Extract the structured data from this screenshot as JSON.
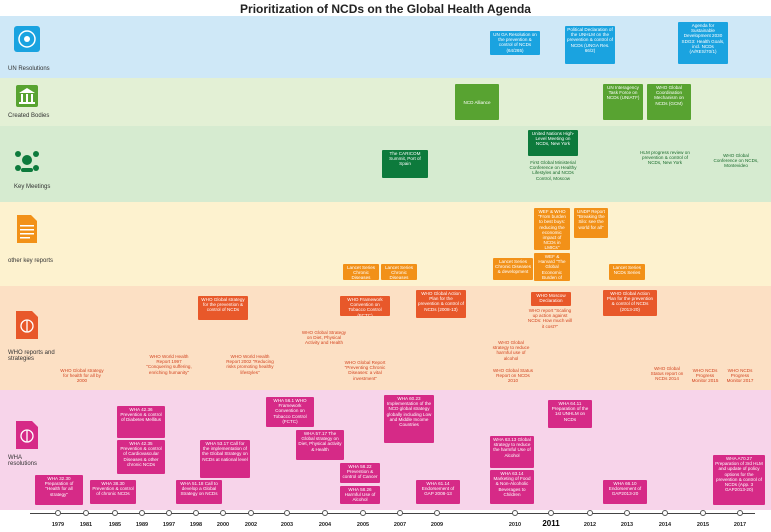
{
  "title": "Prioritization of NCDs on the Global Health Agenda",
  "lanes": [
    {
      "name": "UN Resolutions",
      "icon": "un-emblem-icon",
      "color": "#cfe8f7"
    },
    {
      "name": "Created Bodies",
      "icon": "building-icon",
      "color": "#e3f0d5"
    },
    {
      "name": "Key Meetings",
      "icon": "people-meeting-icon",
      "color": "#d6ebd0"
    },
    {
      "name": "other key reports",
      "icon": "document-icon",
      "color": "#fdf2cf"
    },
    {
      "name": "WHO reports and strategies",
      "icon": "who-emblem-icon",
      "color": "#fce0c4"
    },
    {
      "name": "WHA resolutions",
      "icon": "who-emblem-icon",
      "color": "#f7d4ea"
    }
  ],
  "un": [
    {
      "text": "UN GA Resolution on the prevention & control of NCDs (64/265)",
      "color": "blue"
    },
    {
      "text": "Political Declaration of the UNHLM on the prevention & control of NCDs (UNGA Res. 66/2)",
      "color": "blue"
    },
    {
      "text": "Agenda for Sustainable Development 2030 SDG3: Health Goals, incl. NCDs (A/RES/70/1)",
      "color": "blue"
    }
  ],
  "bodies": [
    {
      "text": "NCD Alliance",
      "color": "green"
    },
    {
      "text": "UN Interagency Task Force on NCDs (UNIATF)",
      "color": "green"
    },
    {
      "text": "WHO Global Coordination Mechanism on NCDs (GCM)",
      "color": "green"
    }
  ],
  "meetings": [
    {
      "text": "The CARICOM Summit, Port of Spain",
      "color": "dgreen"
    },
    {
      "text": "United Nations High-Level Meeting on NCDs, New York",
      "color": "dgreen"
    },
    {
      "text": "First Global Ministerial Conference on Healthy Lifestyles and NCDs Control, Moscow",
      "color": "dgreen-text"
    },
    {
      "text": "HLM progress review on prevention & control of NCDs, New York",
      "color": "dgreen-text"
    },
    {
      "text": "WHO Global Conference on NCDs, Montevideo",
      "color": "dgreen-text"
    }
  ],
  "reports": [
    {
      "text": "WEF & WHO \"From burden to best buys: reducing the economic impact of NCDs in LMICs\"",
      "color": "orange"
    },
    {
      "text": "UNDP Report \"Breaking the Silo: see the world for all\"",
      "color": "orange"
    },
    {
      "text": "WEF & Harvard \"The Global Economic Burden of NCDs\"",
      "color": "orange"
    },
    {
      "text": "Lancet Series Chronic Diseases",
      "color": "orange"
    },
    {
      "text": "Lancet Series Chronic Diseases",
      "color": "orange"
    },
    {
      "text": "Lancet Series Chronic Diseases & development",
      "color": "orange"
    },
    {
      "text": "Lancet Series NCDs Series",
      "color": "orange"
    }
  ],
  "who": [
    {
      "text": "WHO Global strategy for the prevention & control of NCDs",
      "color": "red"
    },
    {
      "text": "WHO Framework Convention on Tobacco Control (FCTC)",
      "color": "red"
    },
    {
      "text": "WHO Global Action Plan for the prevention & control of NCDs (2008-13)",
      "color": "red"
    },
    {
      "text": "WHO Moscow Declaration",
      "color": "red"
    },
    {
      "text": "WHO Global Action Plan for the prevention & control of NCDs (2013-20)",
      "color": "red"
    },
    {
      "text": "WHO Global Strategy on Diet, Physical Activity and Health",
      "color": "red-text"
    },
    {
      "text": "WHO report \"Scaling up action against NCDs: How much will it cost?\"",
      "color": "red-text"
    },
    {
      "text": "WHO Global strategy to reduce harmful use of alcohol",
      "color": "red-text"
    },
    {
      "text": "WHO Global Status Report on NCDs 2010",
      "color": "red-text"
    },
    {
      "text": "WHO Global Status report on NCDs 2014",
      "color": "red-text"
    },
    {
      "text": "WHO NCDs Progress Monitor 2015",
      "color": "red-text"
    },
    {
      "text": "WHO NCDs Progress Monitor 2017",
      "color": "red-text"
    },
    {
      "text": "WHO Global strategy for health for all by 2000",
      "color": "red-text"
    },
    {
      "text": "WHO World Health Report 1997 \"Conquering suffering, enriching humanity\"",
      "color": "red-text"
    },
    {
      "text": "WHO World Health Report 2002 \"Reducing risks promoting healthy lifestyles\"",
      "color": "red-text"
    },
    {
      "text": "WHO Global Report \"Preventing Chronic Diseases: a vital investment\"",
      "color": "red-text"
    }
  ],
  "wha": [
    {
      "text": "WHA 32.30 Preparation of \"Health for all strategy\""
    },
    {
      "text": "WHA 38.30 Prevention & control of chronic NCDs"
    },
    {
      "text": "WHA 42.35 Prevention & control of Cardiovascular Diseases & other chronic NCDs"
    },
    {
      "text": "WHA 42.36 Prevention & control of Diabetes Mellitus"
    },
    {
      "text": "WHA 51.18 Call to develop a Global Strategy on NCDs"
    },
    {
      "text": "WHA 53.17 Call for the implementation of the Global Strategy on NCDs at national level"
    },
    {
      "text": "WHA 56.1 WHO Framework Convention on Tobacco Control (FCTC)"
    },
    {
      "text": "WHA 57.17 The Global strategy on Diet, Physical activity & Health"
    },
    {
      "text": "WHA 58.22 Prevention & control of Cancer"
    },
    {
      "text": "WHA 58.26 Harmful Use of Alcohol"
    },
    {
      "text": "WHA 60.23 Implementation of the NCD global strategy globally including Low and Middle Income Countries"
    },
    {
      "text": "WHA 61.14 Endorsement of GAP 2008-13"
    },
    {
      "text": "WHA 63.13 Global strategy to reduce the harmful Use of Alcohol"
    },
    {
      "text": "WHA 63.14 Marketing of Food & Non-Alcoholic Beverages to Children"
    },
    {
      "text": "WHA 64.11 Preparation of the 1st UNHLM on NCDs"
    },
    {
      "text": "WHA 66.10 Endorsement of GAP2013-20"
    },
    {
      "text": "WHA A70.27 Preparation of 3rd HLM and update of policy options for the prevention & control of NCDs (App. 3 GAP2013-20)"
    }
  ],
  "years": [
    "1979",
    "1981",
    "1985",
    "1989",
    "1997",
    "1998",
    "2000",
    "2002",
    "2003",
    "2004",
    "2005",
    "2007",
    "2009",
    "2010",
    "2011",
    "2012",
    "2013",
    "2014",
    "2015",
    "2017"
  ]
}
